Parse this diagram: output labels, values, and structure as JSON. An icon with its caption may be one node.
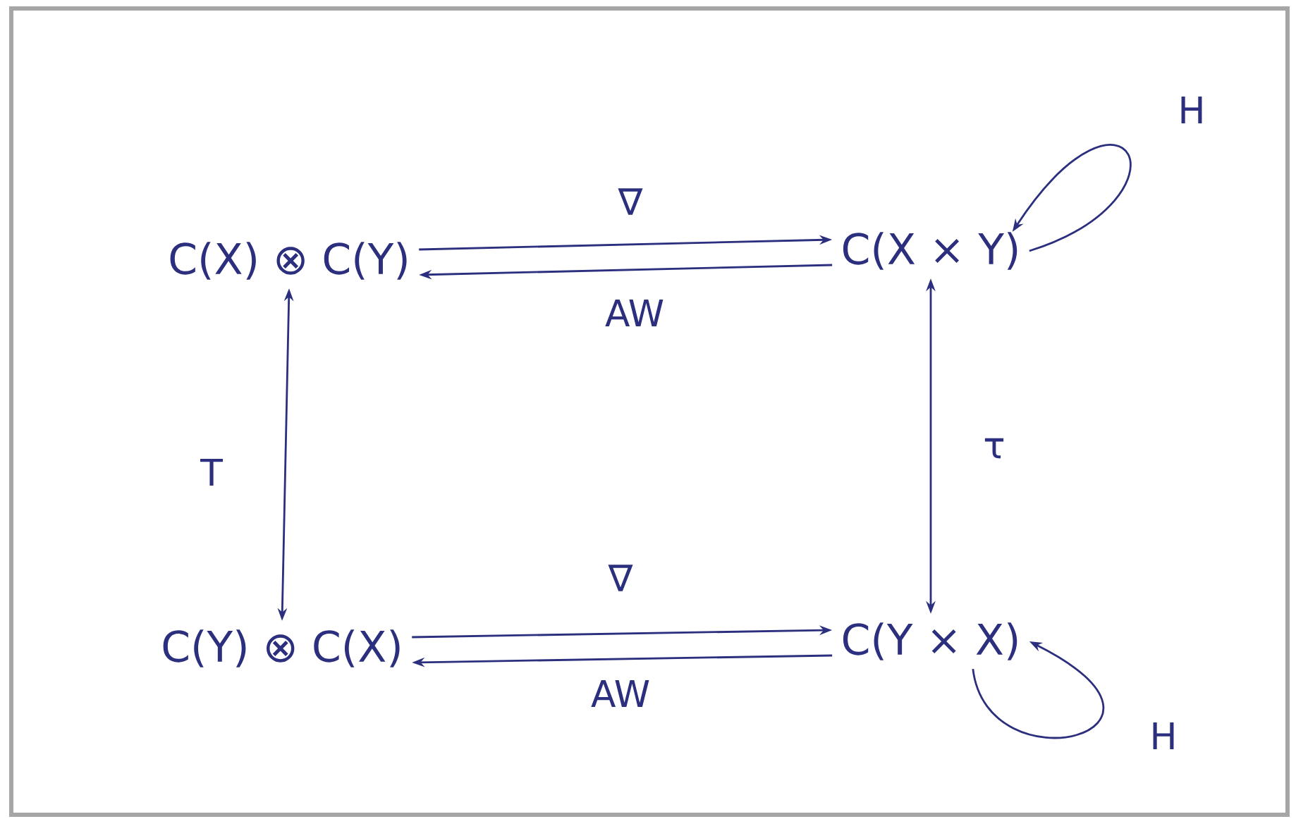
{
  "diagram": {
    "nodes": [
      {
        "text": [
          "C(X) ⊗ C(Y)"
        ]
      },
      {
        "text": [
          "C(X × Y)"
        ]
      },
      {
        "text": [
          "C(Y) ⊗ C(X)"
        ]
      },
      {
        "text": [
          "C(Y × X)"
        ]
      }
    ],
    "edges": [
      {
        "from": 0,
        "to": 1,
        "arrow": "to",
        "label": "∇"
      },
      {
        "from": 1,
        "to": 0,
        "arrow": "to",
        "label": "AW"
      },
      {
        "from": 0,
        "to": 2,
        "arrow": "both",
        "label": "T"
      },
      {
        "from": 1,
        "to": 3,
        "arrow": "both",
        "label": "τ"
      },
      {
        "from": 2,
        "to": 3,
        "arrow": "to",
        "label": "∇"
      },
      {
        "from": 3,
        "to": 2,
        "arrow": "to",
        "label": "AW"
      },
      {
        "from": 1,
        "to": 1,
        "arrow": "to",
        "label": "H"
      },
      {
        "from": 3,
        "to": 3,
        "arrow": "to",
        "label": "H"
      }
    ]
  }
}
